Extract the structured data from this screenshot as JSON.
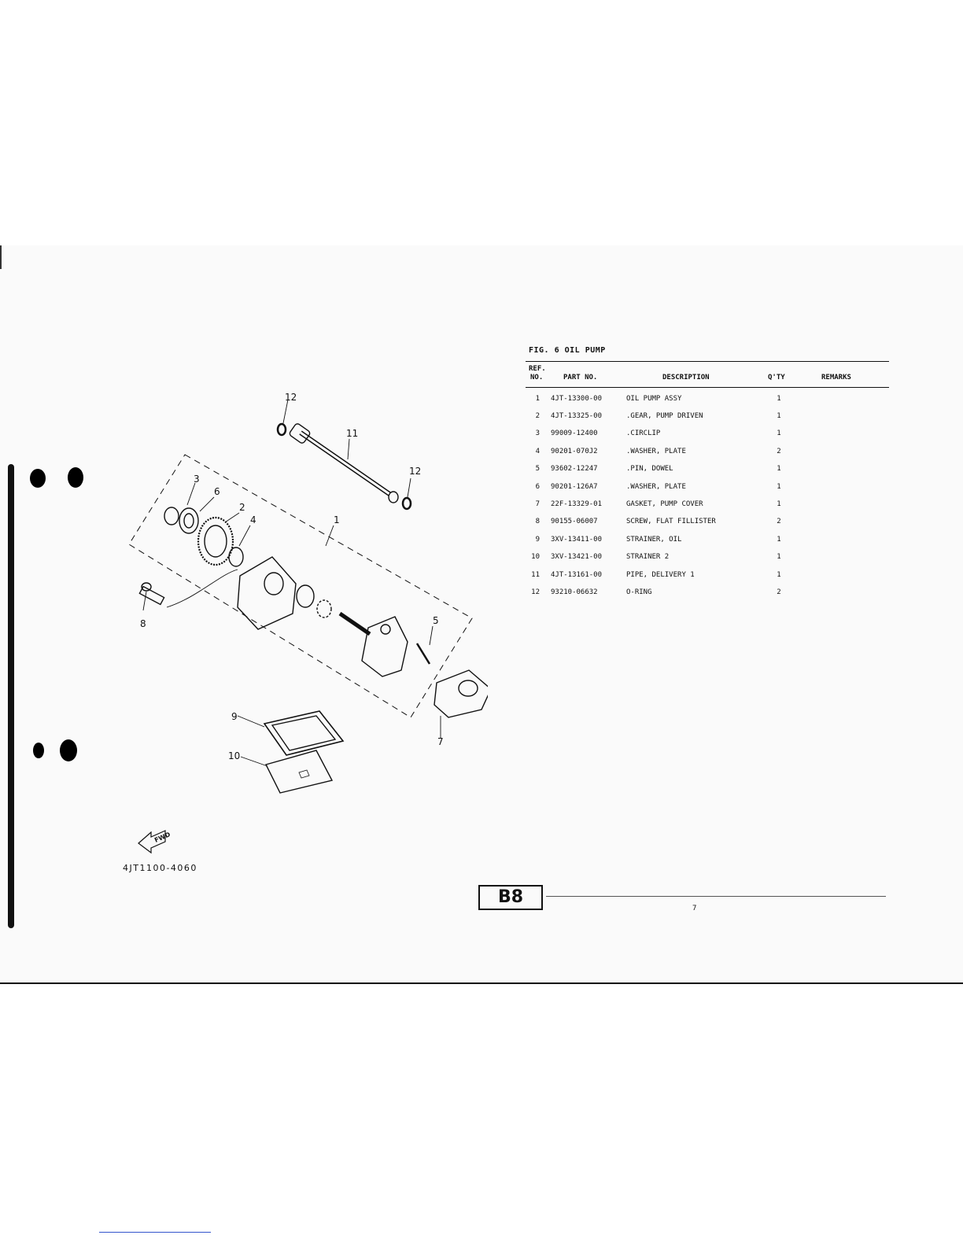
{
  "figure": {
    "title": "FIG.  6  OIL PUMP",
    "drawing_code": "4JT1100-4060",
    "fwd_label": "FWD",
    "callouts": [
      "1",
      "2",
      "3",
      "4",
      "5",
      "6",
      "7",
      "8",
      "9",
      "10",
      "11",
      "12",
      "12"
    ]
  },
  "table": {
    "headers": {
      "ref_top": "REF.",
      "ref_bottom": "NO.",
      "part_no": "PART NO.",
      "description": "DESCRIPTION",
      "qty": "Q'TY",
      "remarks": "REMARKS"
    },
    "rows": [
      {
        "ref": "1",
        "part": "4JT-13300-00",
        "desc": "OIL PUMP ASSY",
        "qty": "1"
      },
      {
        "ref": "2",
        "part": "4JT-13325-00",
        "desc": ".GEAR, PUMP DRIVEN",
        "qty": "1"
      },
      {
        "ref": "3",
        "part": "99009-12400",
        "desc": ".CIRCLIP",
        "qty": "1"
      },
      {
        "ref": "4",
        "part": "90201-070J2",
        "desc": ".WASHER, PLATE",
        "qty": "2"
      },
      {
        "ref": "5",
        "part": "93602-12247",
        "desc": ".PIN, DOWEL",
        "qty": "1"
      },
      {
        "ref": "6",
        "part": "90201-126A7",
        "desc": ".WASHER, PLATE",
        "qty": "1"
      },
      {
        "ref": "7",
        "part": "22F-13329-01",
        "desc": "GASKET, PUMP COVER",
        "qty": "1"
      },
      {
        "ref": "8",
        "part": "90155-06007",
        "desc": "SCREW, FLAT FILLISTER",
        "qty": "2"
      },
      {
        "ref": "9",
        "part": "3XV-13411-00",
        "desc": "STRAINER, OIL",
        "qty": "1"
      },
      {
        "ref": "10",
        "part": "3XV-13421-00",
        "desc": "STRAINER 2",
        "qty": "1"
      },
      {
        "ref": "11",
        "part": "4JT-13161-00",
        "desc": "PIPE, DELIVERY 1",
        "qty": "1"
      },
      {
        "ref": "12",
        "part": "93210-06632",
        "desc": "O-RING",
        "qty": "2"
      }
    ]
  },
  "footer": {
    "page_code": "B8",
    "page_number": "7"
  }
}
